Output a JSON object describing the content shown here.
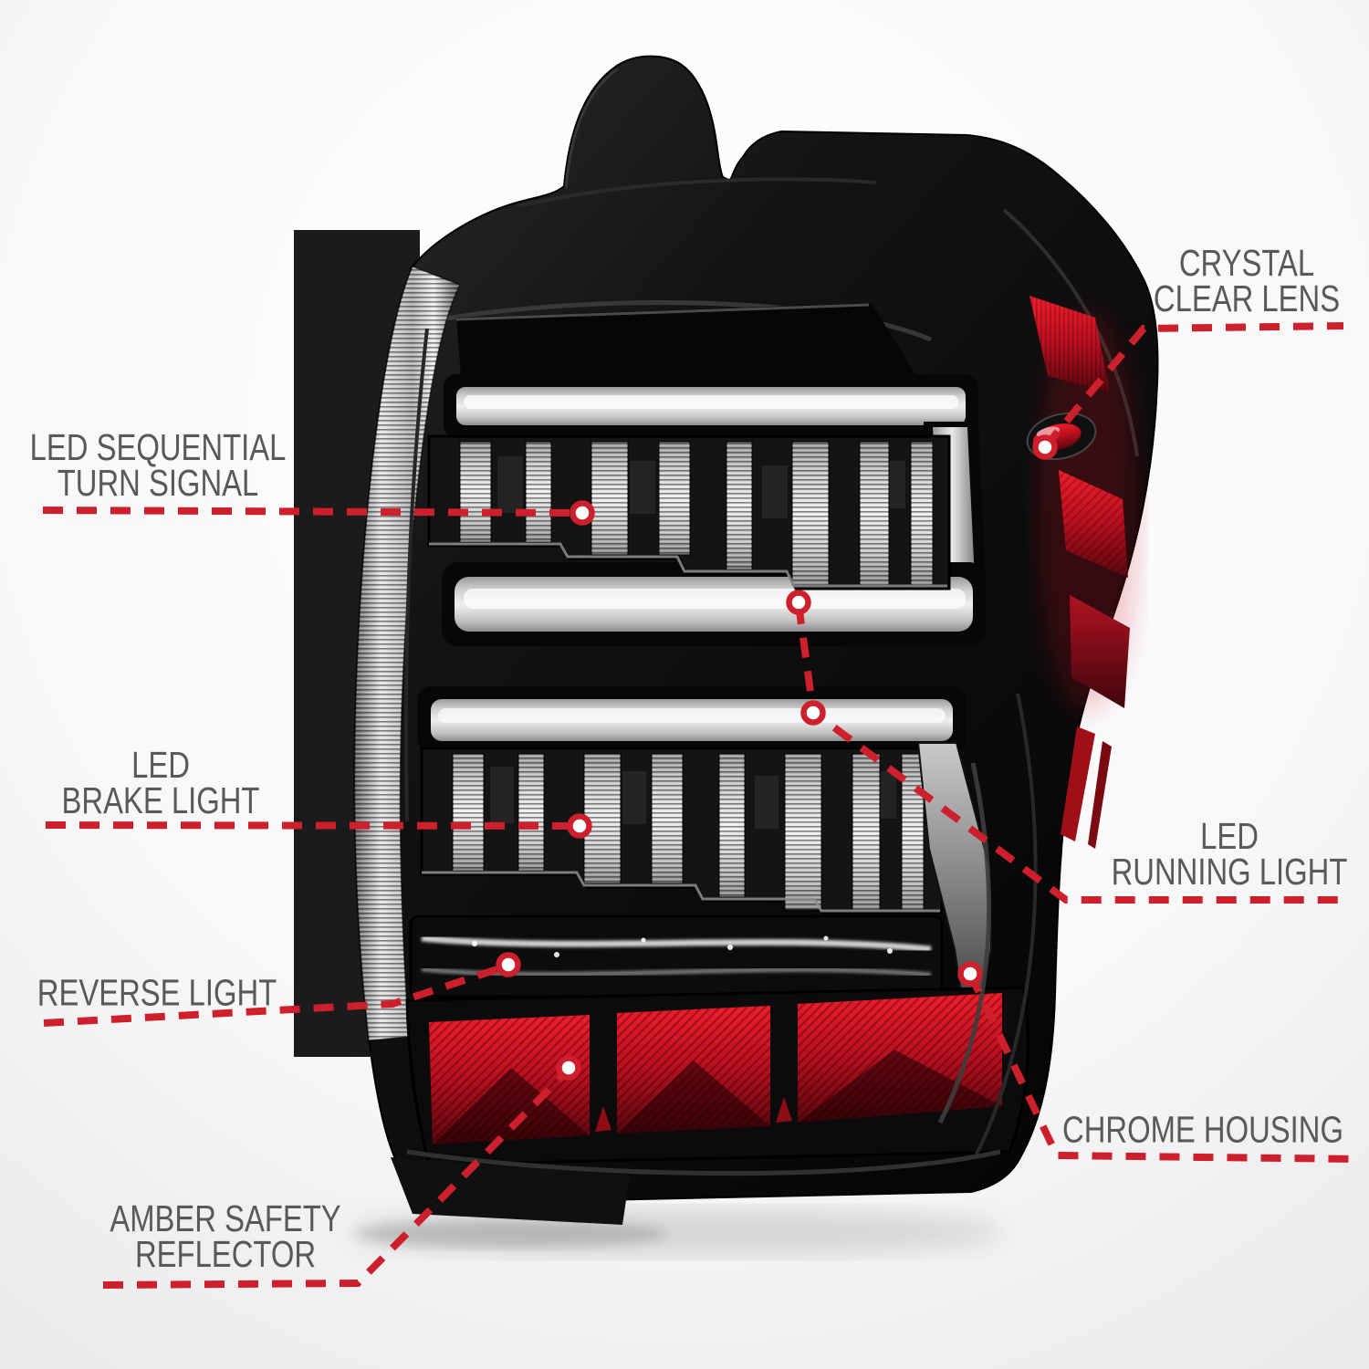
{
  "colors": {
    "background": "#ffffff",
    "label": "#58595b",
    "leader": "#cd202c",
    "marker_ring": "#cd202c",
    "marker_center": "#ffffff"
  },
  "product": {
    "description_icon": "tail-light-photo"
  },
  "callouts": {
    "crystal_clear_lens": {
      "line1": "CRYSTAL",
      "line2": "CLEAR LENS"
    },
    "led_sequential_turn_signal": {
      "line1": "LED SEQUENTIAL",
      "line2": "TURN SIGNAL"
    },
    "led_brake_light": {
      "line1": "LED",
      "line2": "BRAKE LIGHT"
    },
    "reverse_light": {
      "line1": "REVERSE LIGHT"
    },
    "amber_safety_reflector": {
      "line1": "AMBER SAFETY",
      "line2": "REFLECTOR"
    },
    "led_running_light": {
      "line1": "LED",
      "line2": "RUNNING LIGHT"
    },
    "chrome_housing": {
      "line1": "CHROME HOUSING"
    }
  }
}
